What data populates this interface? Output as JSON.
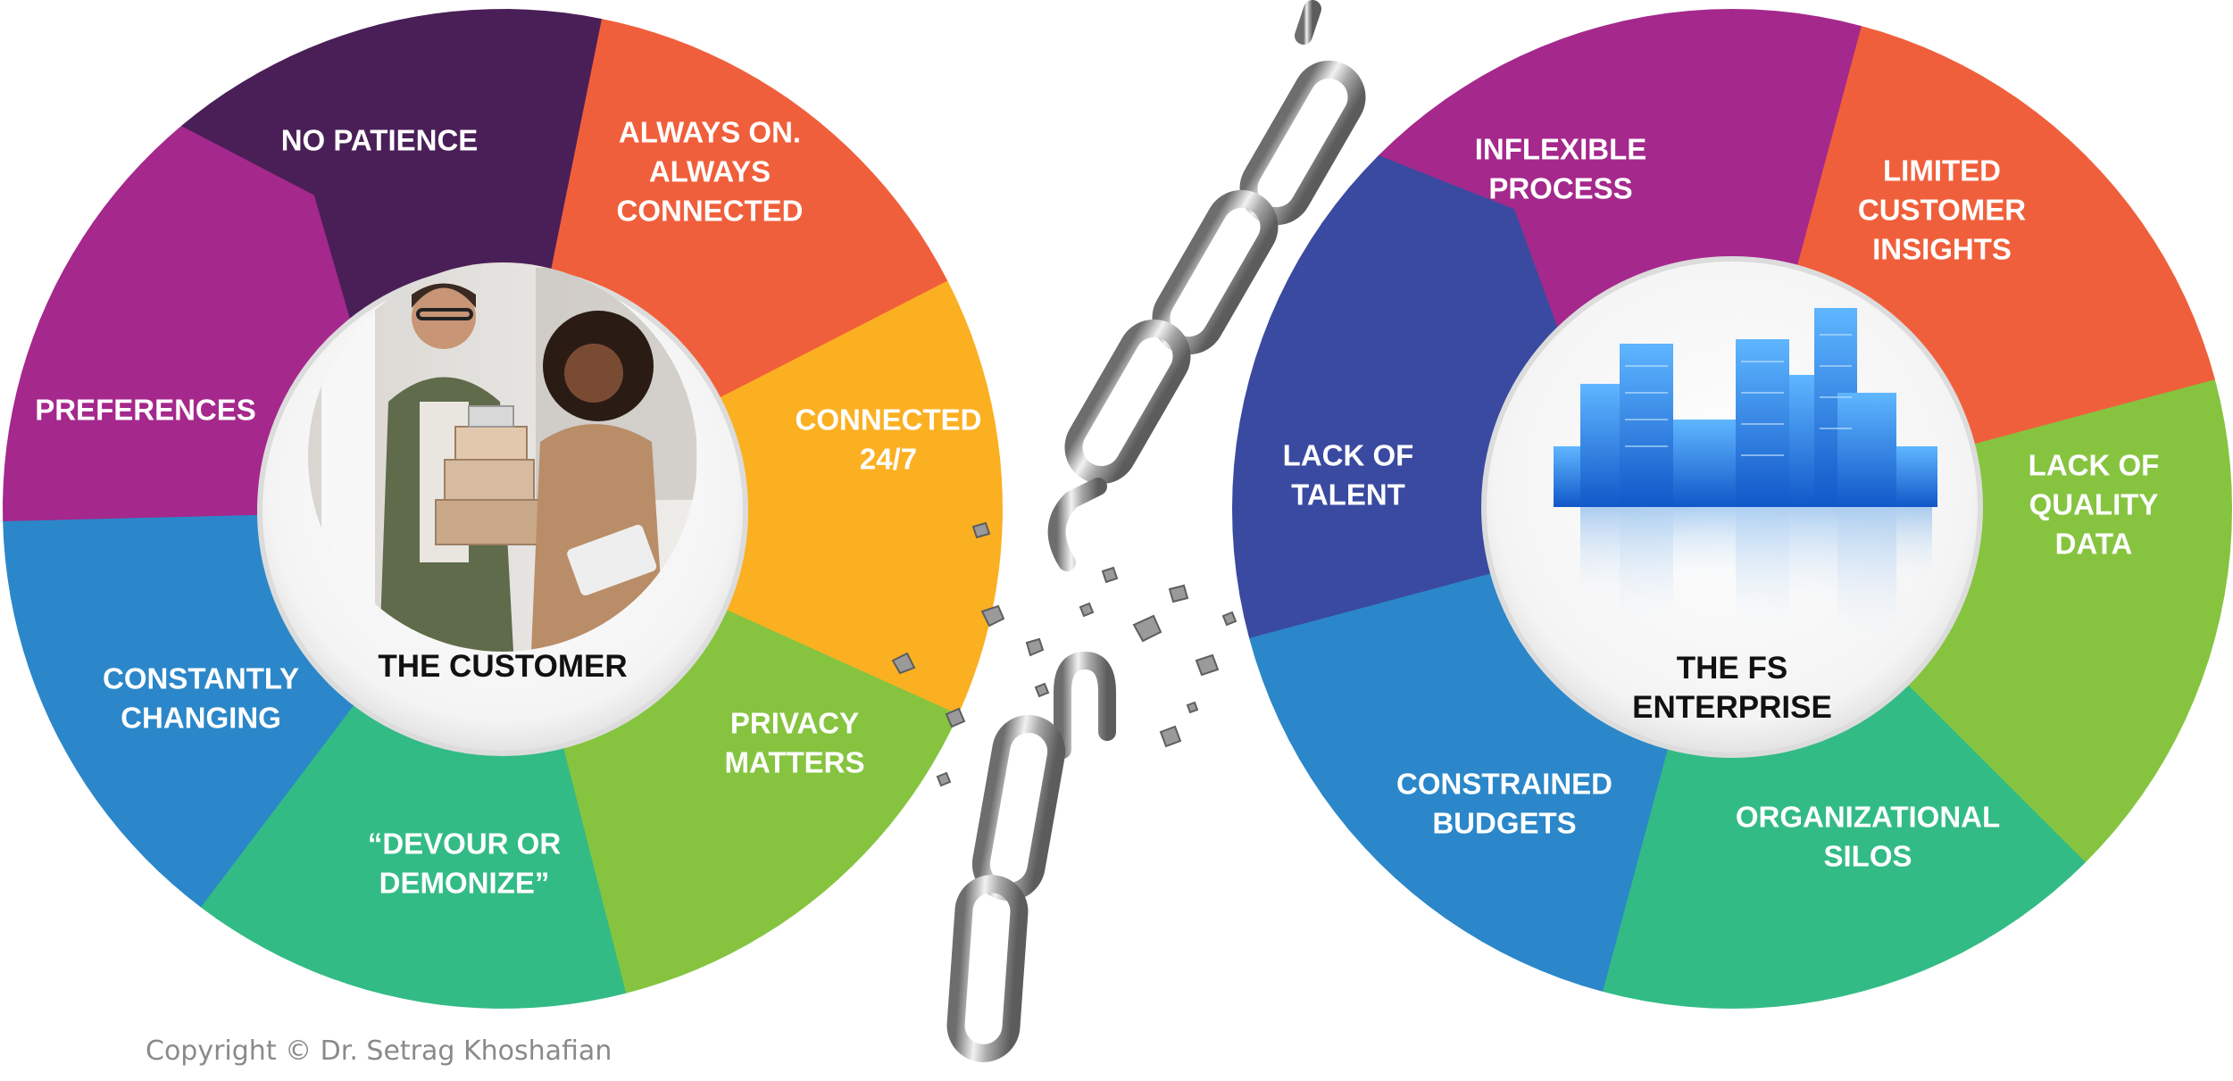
{
  "colors": {
    "purple_dark": "#4a1f57",
    "orange": "#f05f3b",
    "yellow": "#fbb022",
    "green": "#86c440",
    "teal": "#33bb85",
    "blue": "#2b87c9",
    "magenta": "#a5288c",
    "navy": "#3a4aa0"
  },
  "customer_cycle": {
    "hub_label": "THE CUSTOMER",
    "hub_image": "photo-of-two-smiling-customers-holding-boxes",
    "segments": [
      {
        "lines": [
          "NO PATIENCE"
        ],
        "color": "#4a1f57"
      },
      {
        "lines": [
          "ALWAYS ON.",
          "ALWAYS",
          "CONNECTED"
        ],
        "color": "#f05f3b"
      },
      {
        "lines": [
          "CONNECTED",
          "24/7"
        ],
        "color": "#fbb022"
      },
      {
        "lines": [
          "PRIVACY",
          "MATTERS"
        ],
        "color": "#86c440"
      },
      {
        "lines": [
          "“DEVOUR OR",
          "DEMONIZE”"
        ],
        "color": "#33bb85"
      },
      {
        "lines": [
          "CONSTANTLY",
          "CHANGING"
        ],
        "color": "#2b87c9"
      },
      {
        "lines": [
          "PREFERENCES"
        ],
        "color": "#a5288c"
      }
    ]
  },
  "enterprise_cycle": {
    "hub_label_lines": [
      "THE FS",
      "ENTERPRISE"
    ],
    "hub_image": "blue-office-buildings-icon",
    "segments": [
      {
        "lines": [
          "INFLEXIBLE",
          "PROCESS"
        ],
        "color": "#a5288c"
      },
      {
        "lines": [
          "LIMITED",
          "CUSTOMER",
          "INSIGHTS"
        ],
        "color": "#f05f3b"
      },
      {
        "lines": [
          "LACK OF",
          "QUALITY",
          "DATA"
        ],
        "color": "#86c440"
      },
      {
        "lines": [
          "ORGANIZATIONAL",
          "SILOS"
        ],
        "color": "#33bb85"
      },
      {
        "lines": [
          "CONSTRAINED",
          "BUDGETS"
        ],
        "color": "#2b87c9"
      },
      {
        "lines": [
          "LACK OF",
          "TALENT"
        ],
        "color": "#3a4aa0"
      }
    ]
  },
  "center_graphic": "broken-chain-icon",
  "copyright": "Copyright © Dr. Setrag Khoshafian"
}
